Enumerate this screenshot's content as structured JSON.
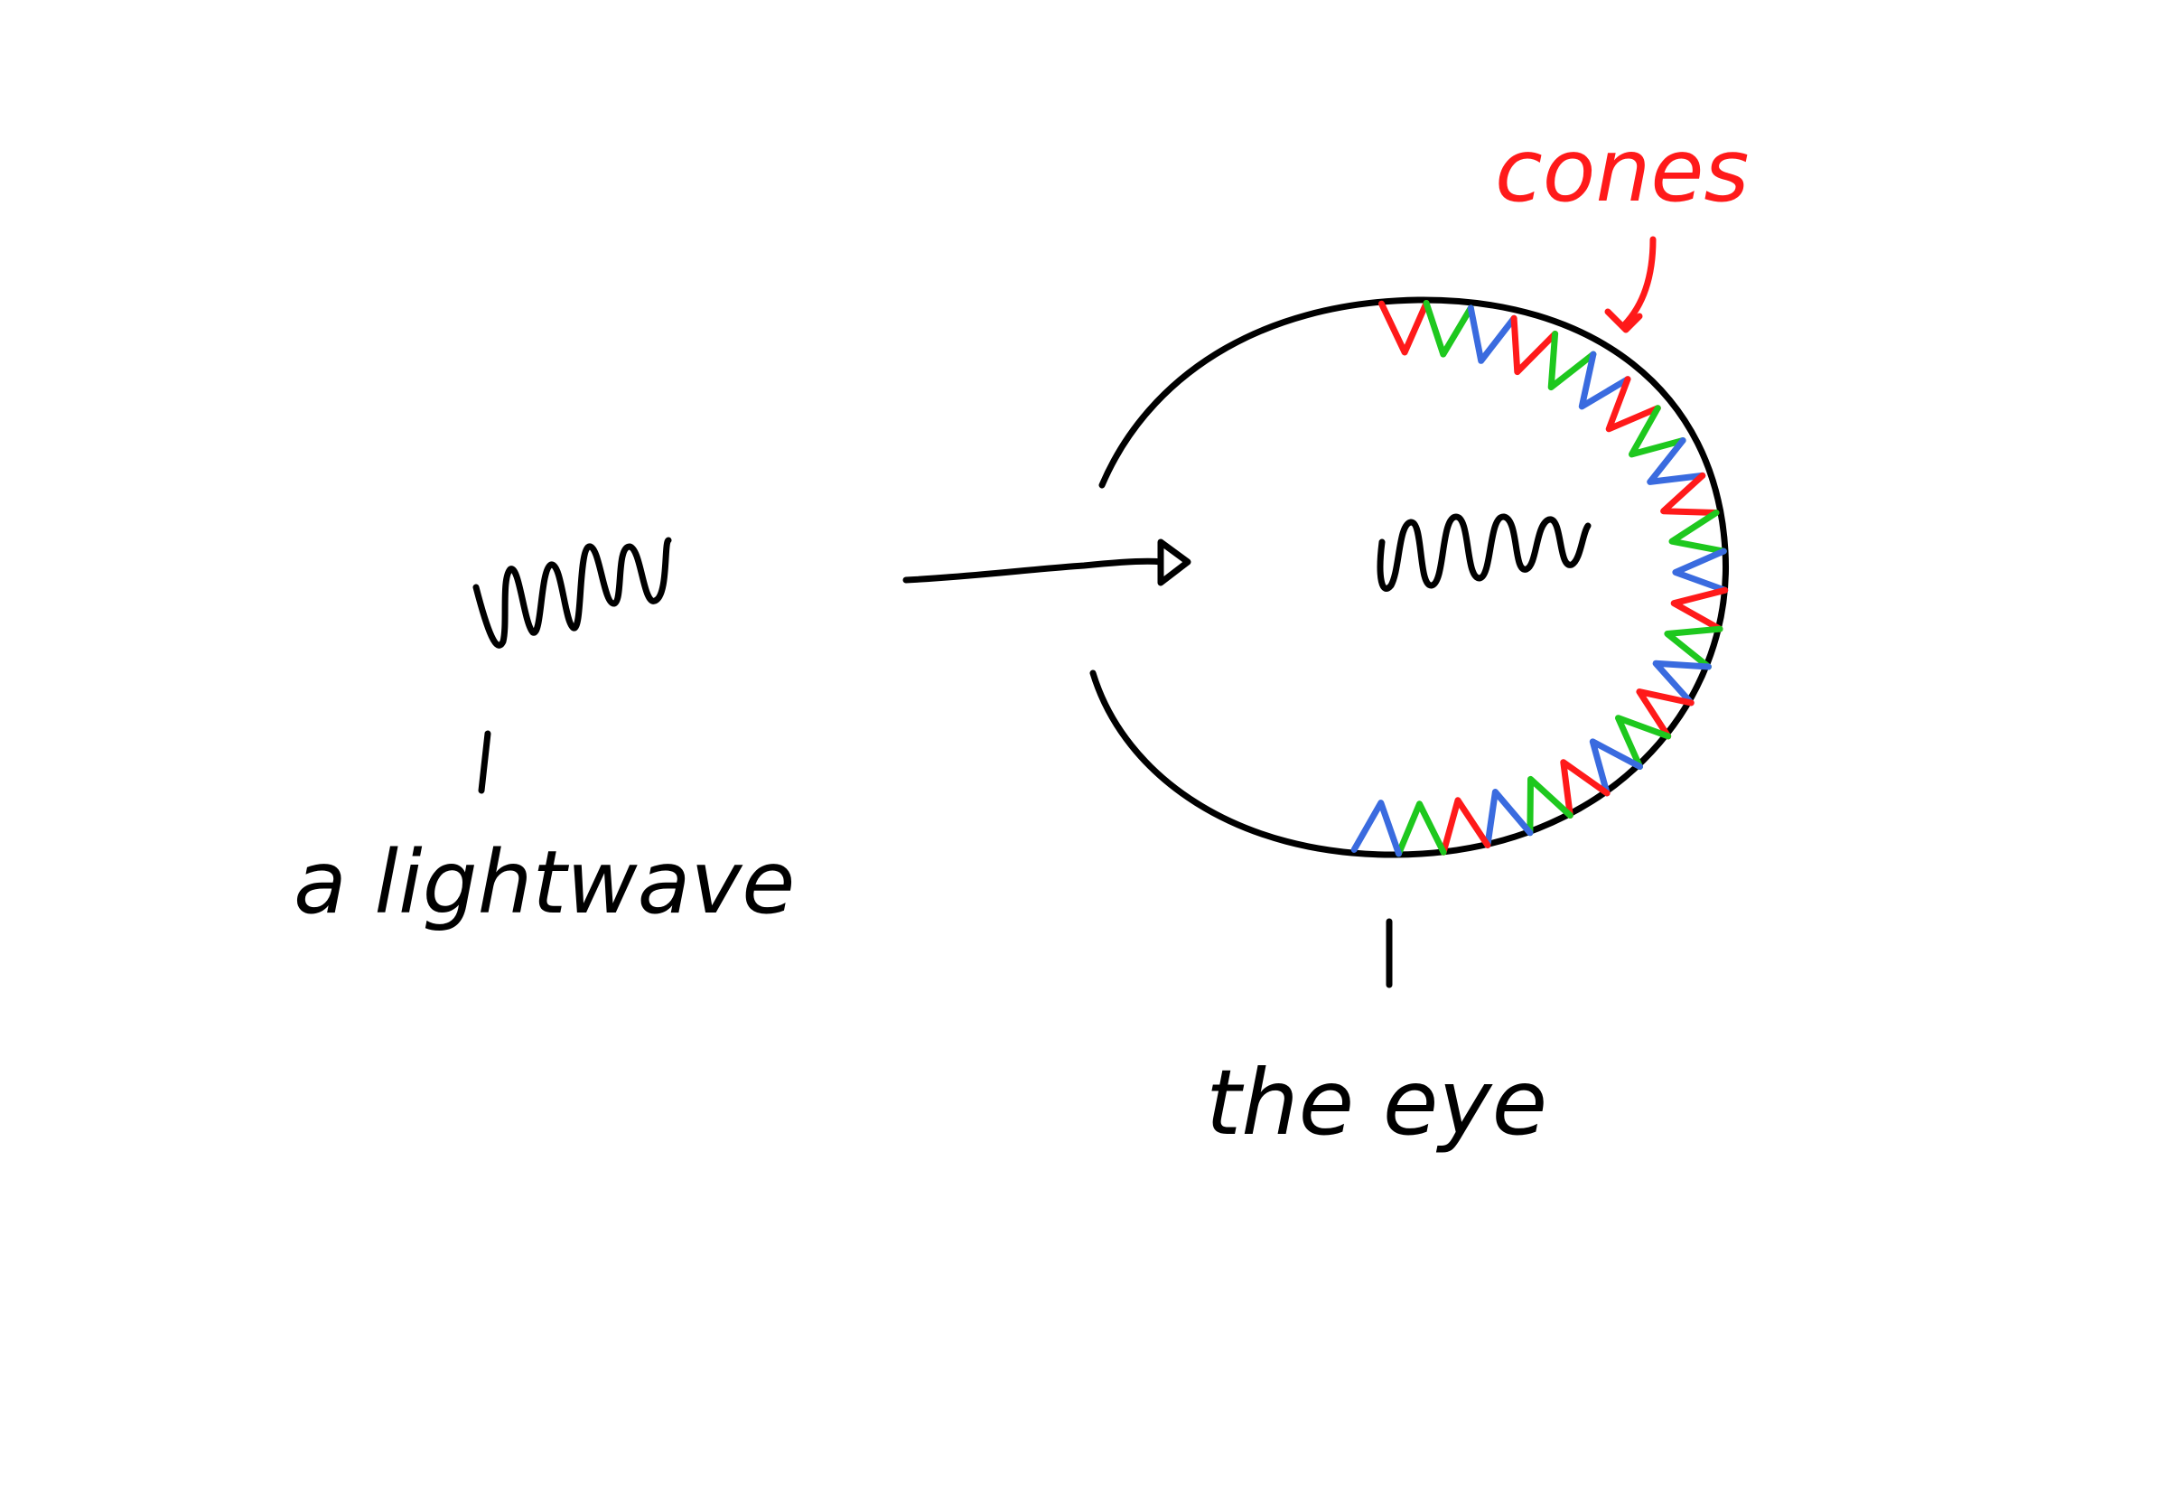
{
  "labels": {
    "lightwave": "a lightwave",
    "eye": "the eye",
    "cones": "cones"
  },
  "colors": {
    "ink": "#000000",
    "cone_red": "#ff1a1a",
    "cone_green": "#1ec81e",
    "cone_blue": "#3a6bdf"
  },
  "cone_sequence": [
    "red",
    "green",
    "blue",
    "red",
    "green",
    "blue",
    "red",
    "green",
    "blue",
    "red",
    "green",
    "blue",
    "red",
    "green",
    "blue",
    "red",
    "green",
    "blue",
    "red",
    "green",
    "blue",
    "red",
    "green",
    "blue"
  ]
}
